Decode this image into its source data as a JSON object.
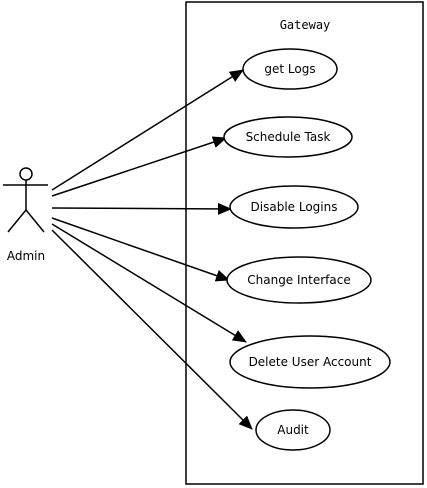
{
  "system": {
    "name": "Gateway"
  },
  "actor": {
    "name": "Admin"
  },
  "use_cases": [
    {
      "label": "get Logs"
    },
    {
      "label": "Schedule Task"
    },
    {
      "label": "Disable Logins"
    },
    {
      "label": "Change Interface"
    },
    {
      "label": "Delete User Account"
    },
    {
      "label": "Audit"
    }
  ],
  "colors": {
    "stroke": "#000000",
    "background": "#ffffff"
  }
}
